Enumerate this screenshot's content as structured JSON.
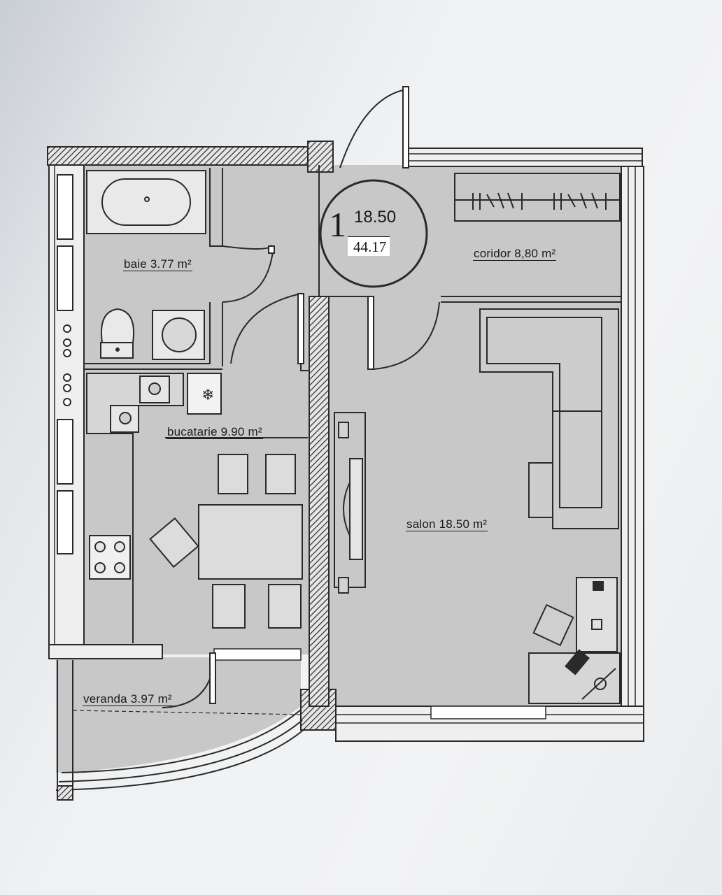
{
  "rooms": {
    "bathroom": "baie 3.77 m²",
    "corridor": "coridor 8,80 m²",
    "kitchen": "bucatarie 9.90 m²",
    "living": "salon 18.50 m²",
    "veranda": "veranda 3.97 m²"
  },
  "badge": {
    "index": "1",
    "area": "18.50",
    "total": "44.17"
  },
  "colors": {
    "floor_fill": "#c8c8c8",
    "wall": "#2a2a2a",
    "paper": "#eef0f2"
  },
  "icons": [
    "snowflake-icon"
  ]
}
